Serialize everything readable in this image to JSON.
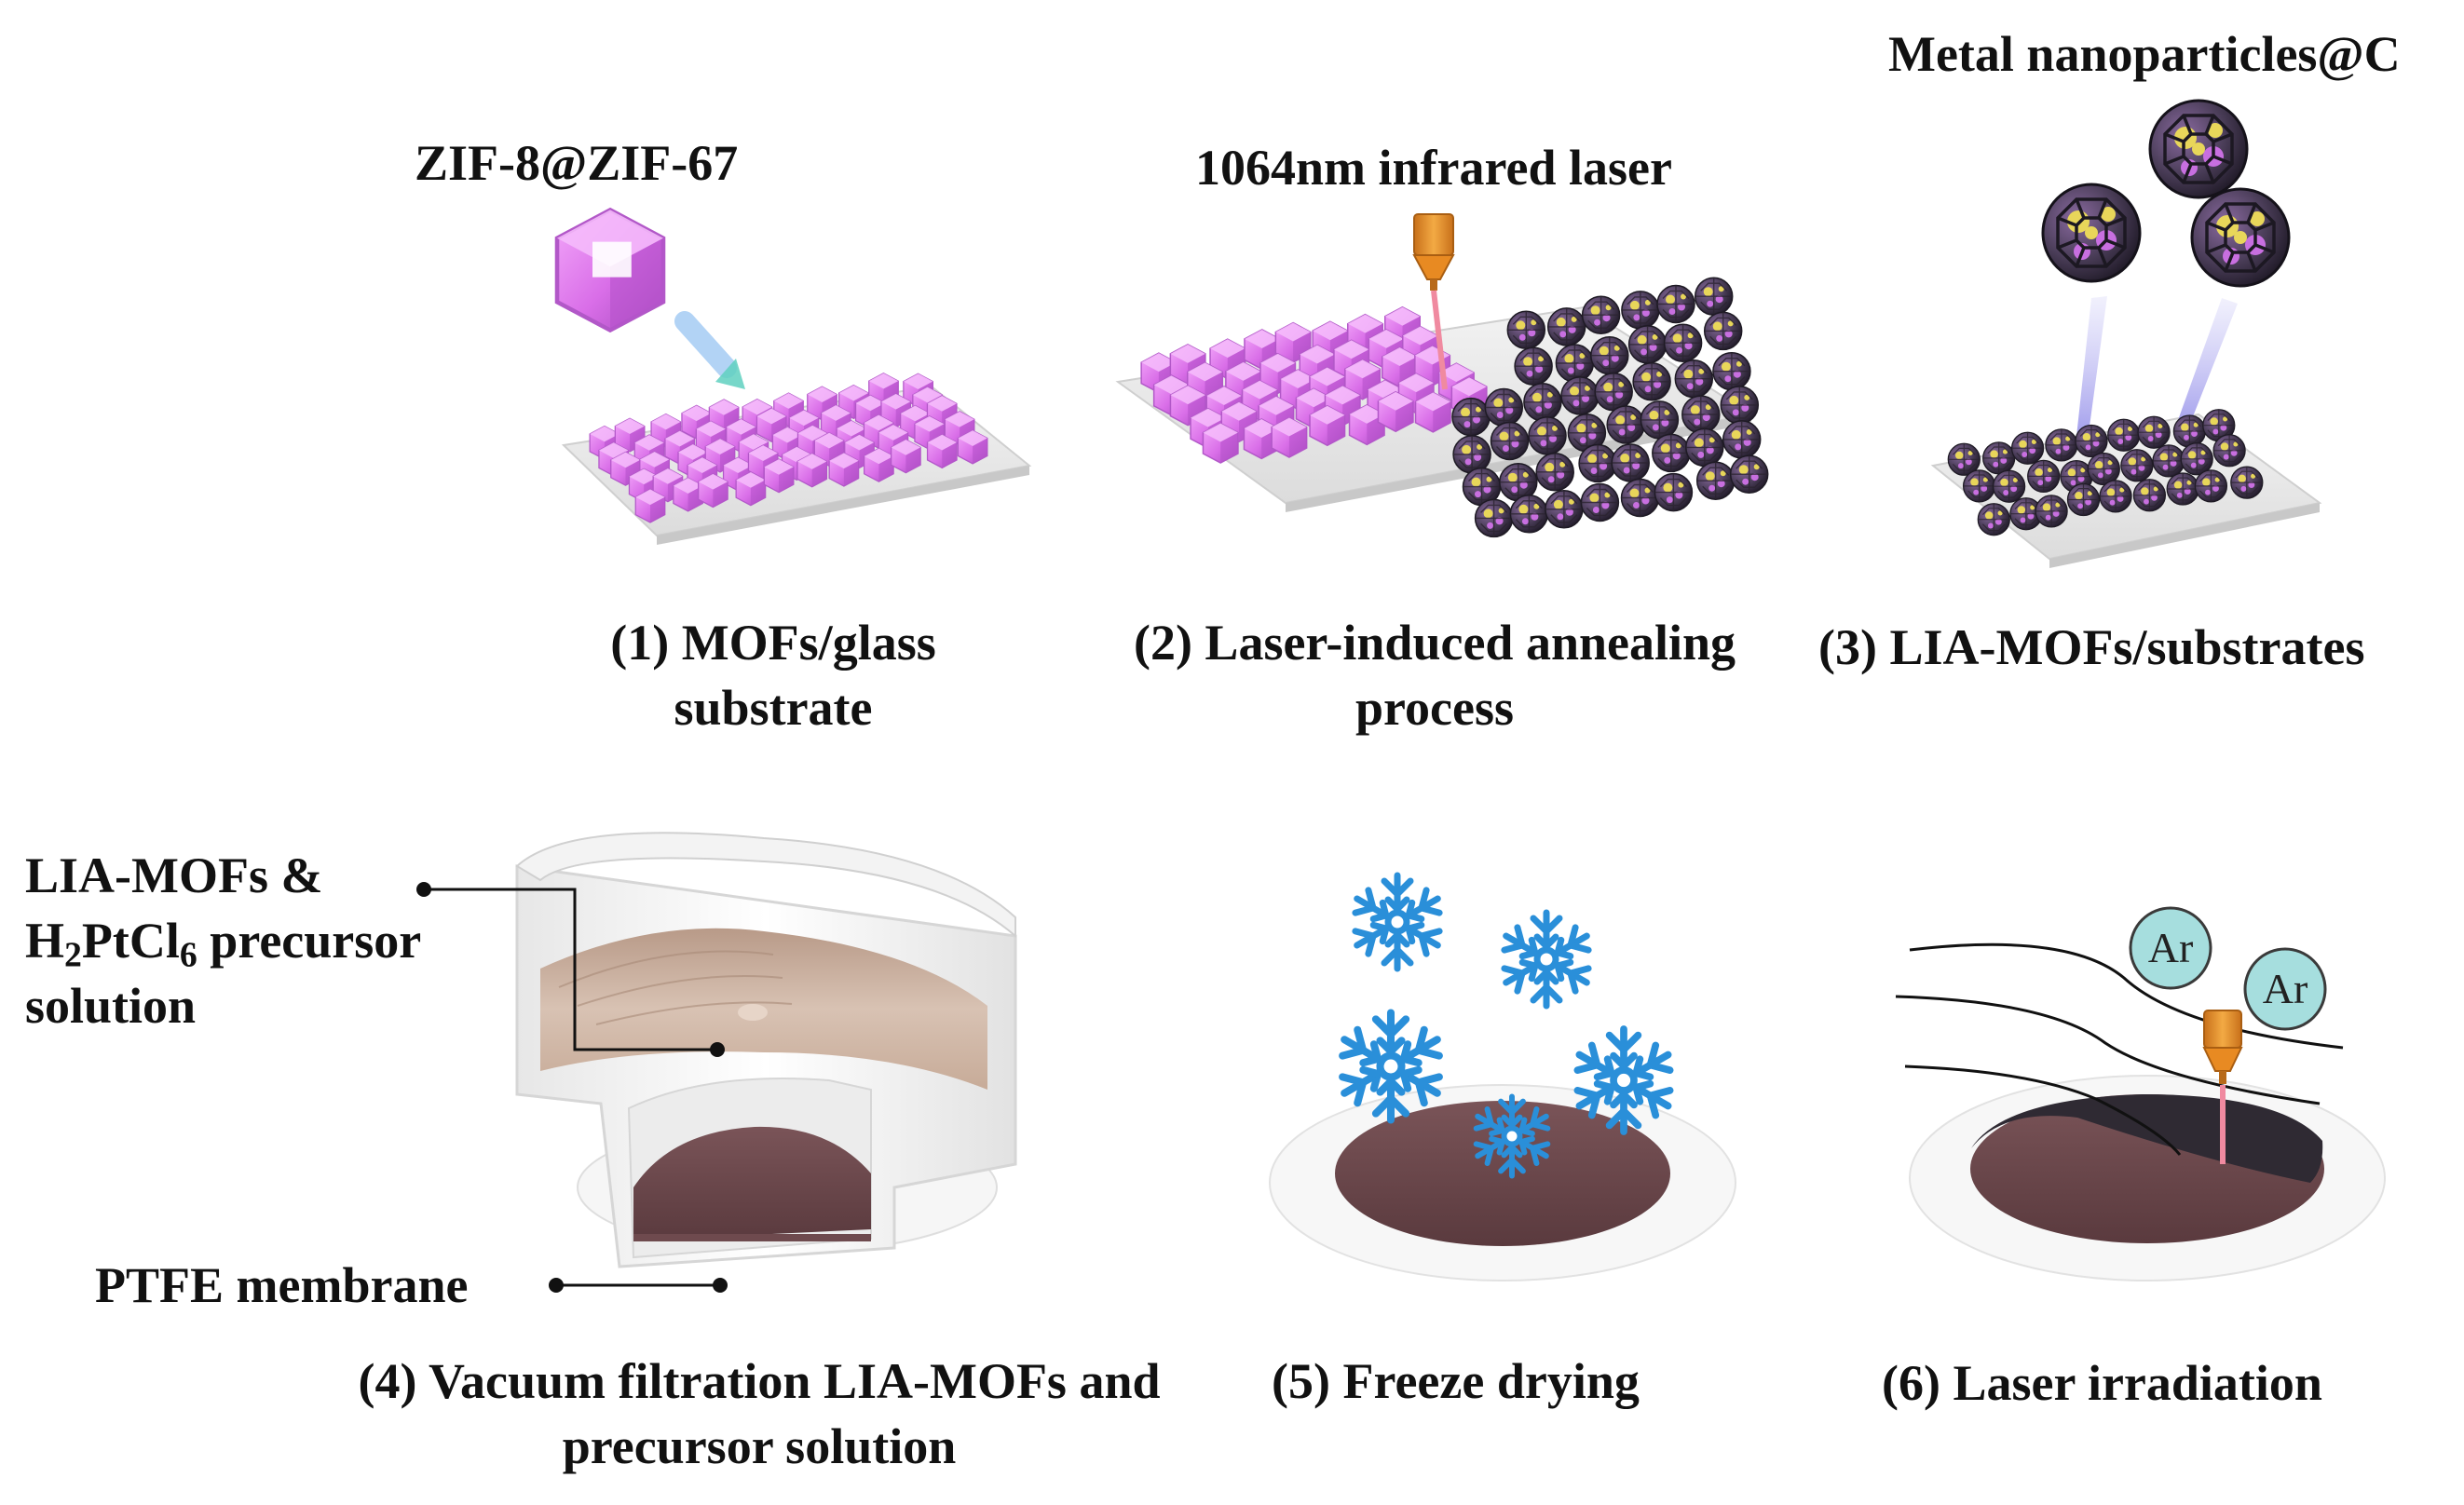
{
  "panel1": {
    "top_label": "ZIF-8@ZIF-67",
    "caption_line1": "(1) MOFs/glass",
    "caption_line2": "substrate"
  },
  "panel2": {
    "top_label": "1064nm infrared laser",
    "caption_line1": "(2)  Laser-induced annealing",
    "caption_line2": "process"
  },
  "panel3": {
    "top_label": "Metal nanoparticles@C",
    "caption": "(3) LIA-MOFs/substrates"
  },
  "panel4": {
    "callout_line1": "LIA-MOFs &",
    "callout_line2_pre": "H",
    "callout_line2_sub1": "2",
    "callout_line2_mid": "PtCl",
    "callout_line2_sub2": "6",
    "callout_line2_post": " precursor",
    "callout_line3": "solution",
    "membrane_label": "PTFE membrane",
    "caption_line1": "(4) Vacuum filtration  LIA-MOFs and",
    "caption_line2": "precursor solution"
  },
  "panel5": {
    "caption": "(5) Freeze drying"
  },
  "panel6": {
    "gas1": "Ar",
    "gas2": "Ar",
    "caption": "(6) Laser irradiation"
  },
  "colors": {
    "mof_pink": "#d96ee8",
    "carbon_dark": "#3a3345",
    "nanoparticle_yellow": "#e8d65a",
    "laser_orange": "#e89a2a",
    "laser_beam": "#f08aa0",
    "membrane_brown": "#6e4a4e",
    "filter_tan": "#c9ad9a",
    "snowflake_blue": "#2a8fd9",
    "ar_bubble": "#a6dede"
  }
}
